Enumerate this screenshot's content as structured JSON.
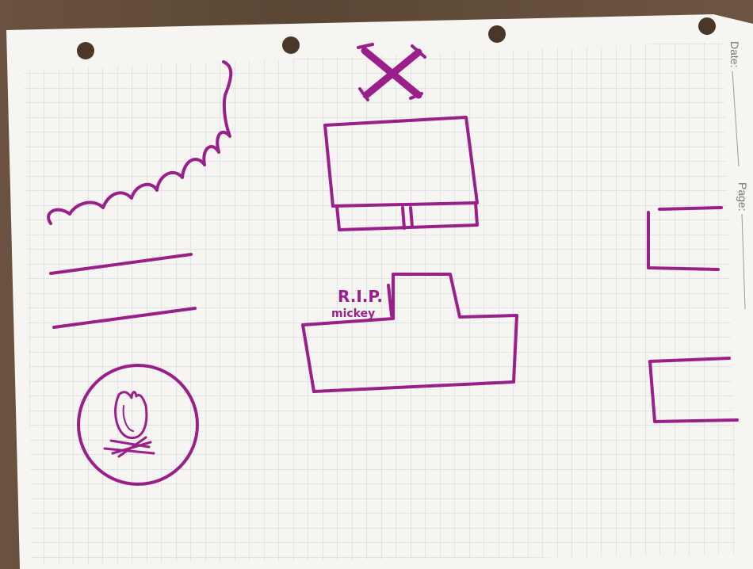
{
  "sheet": {
    "printed_date_label": "Date:",
    "printed_page_label": "Page:"
  },
  "map": {
    "grave_label_line1": "R.I.P.",
    "grave_label_line2": "mickey"
  },
  "colors": {
    "marker": "#9a1f8a",
    "paper": "#f6f5f2",
    "grid": "#c9d3df",
    "wood": "#5a4634"
  },
  "icons": [
    "treasure-x-mark",
    "campfire",
    "river-shoreline",
    "punch-hole"
  ]
}
